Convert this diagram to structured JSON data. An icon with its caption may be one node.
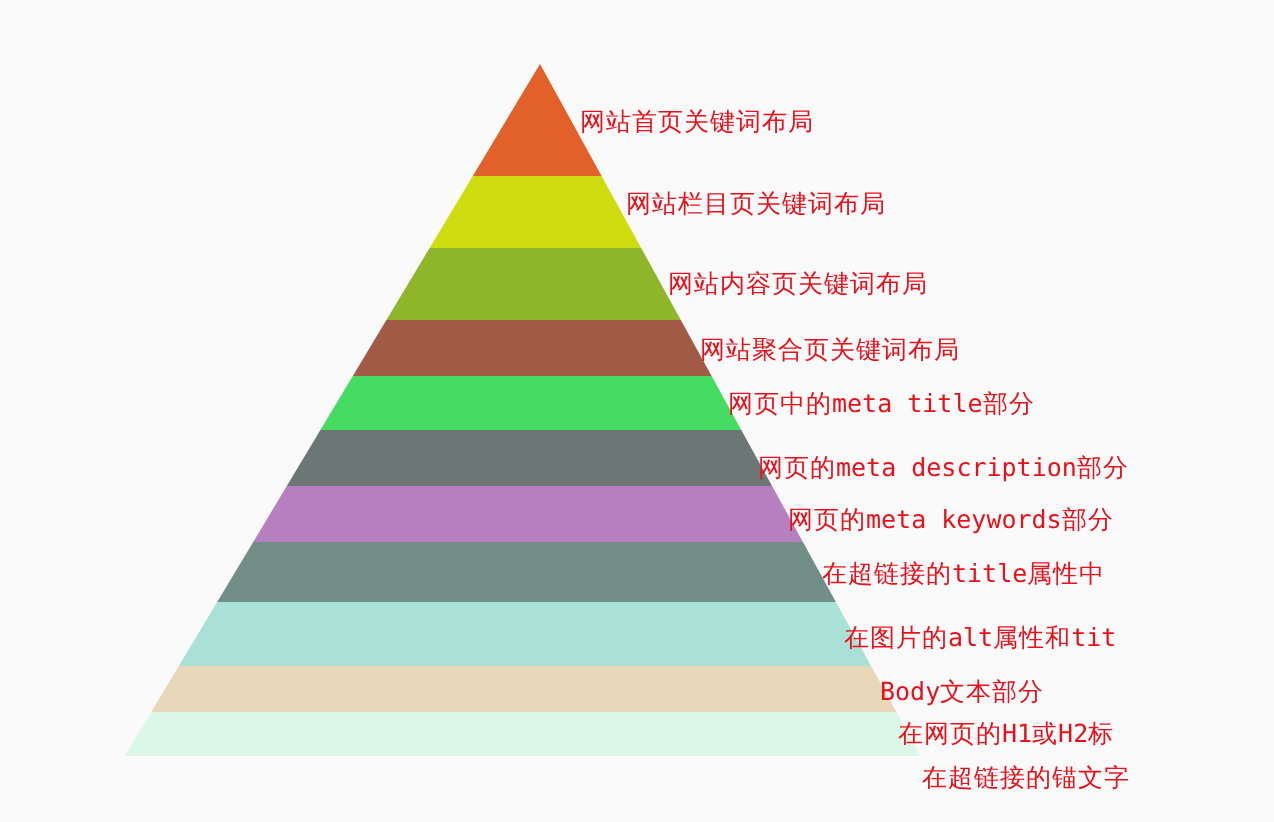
{
  "diagram": {
    "labels": [
      "网站首页关键词布局",
      "网站栏目页关键词布局",
      "网站内容页关键词布局",
      "网站聚合页关键词布局",
      "网页中的meta title部分",
      "网页的meta description部分",
      "网页的meta keywords部分",
      "在超链接的title属性中",
      "在图片的alt属性和tit",
      "Body文本部分",
      "在网页的H1或H2标",
      "在超链接的锚文字"
    ]
  }
}
